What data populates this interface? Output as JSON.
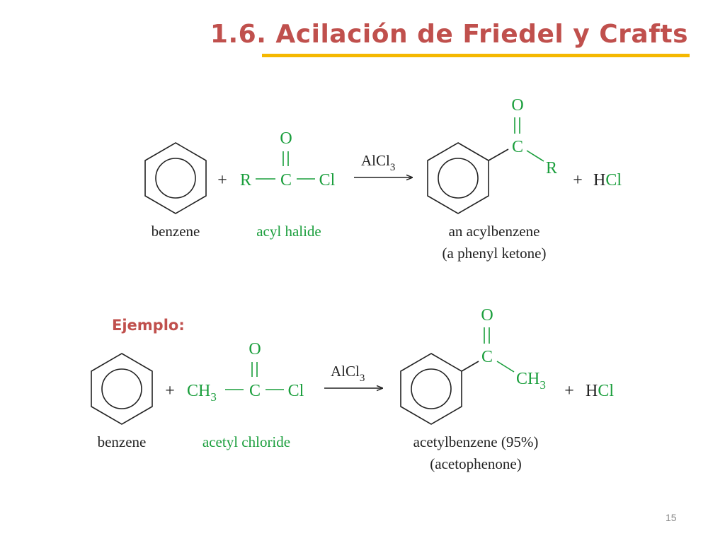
{
  "slide": {
    "title": "1.6. Acilación de Friedel y Crafts",
    "example_label": "Ejemplo:",
    "page_number": "15"
  },
  "colors": {
    "title": "#c0504d",
    "underline": "#f5b800",
    "reagent_green": "#1a9e3c",
    "ink": "#222222"
  },
  "general_reaction": {
    "plus_1": "+",
    "plus_2": "+",
    "reagent_R": "R",
    "reagent_C": "C",
    "reagent_O": "O",
    "reagent_Cl": "Cl",
    "catalyst_main": "AlCl",
    "catalyst_sub": "3",
    "product_O": "O",
    "product_C": "C",
    "product_R": "R",
    "byproduct_H": "H",
    "byproduct_Cl": "Cl",
    "label_benzene": "benzene",
    "label_reagent": "acyl halide",
    "label_product_1": "an acylbenzene",
    "label_product_2": "(a phenyl ketone)"
  },
  "example_reaction": {
    "plus_1": "+",
    "plus_2": "+",
    "reagent_CH": "CH",
    "reagent_CH_sub": "3",
    "reagent_C": "C",
    "reagent_O": "O",
    "reagent_Cl": "Cl",
    "catalyst_main": "AlCl",
    "catalyst_sub": "3",
    "product_O": "O",
    "product_C": "C",
    "product_CH": "CH",
    "product_CH_sub": "3",
    "byproduct_H": "H",
    "byproduct_Cl": "Cl",
    "label_benzene": "benzene",
    "label_reagent": "acetyl chloride",
    "label_product_1": "acetylbenzene (95%)",
    "label_product_2": "(acetophenone)"
  }
}
